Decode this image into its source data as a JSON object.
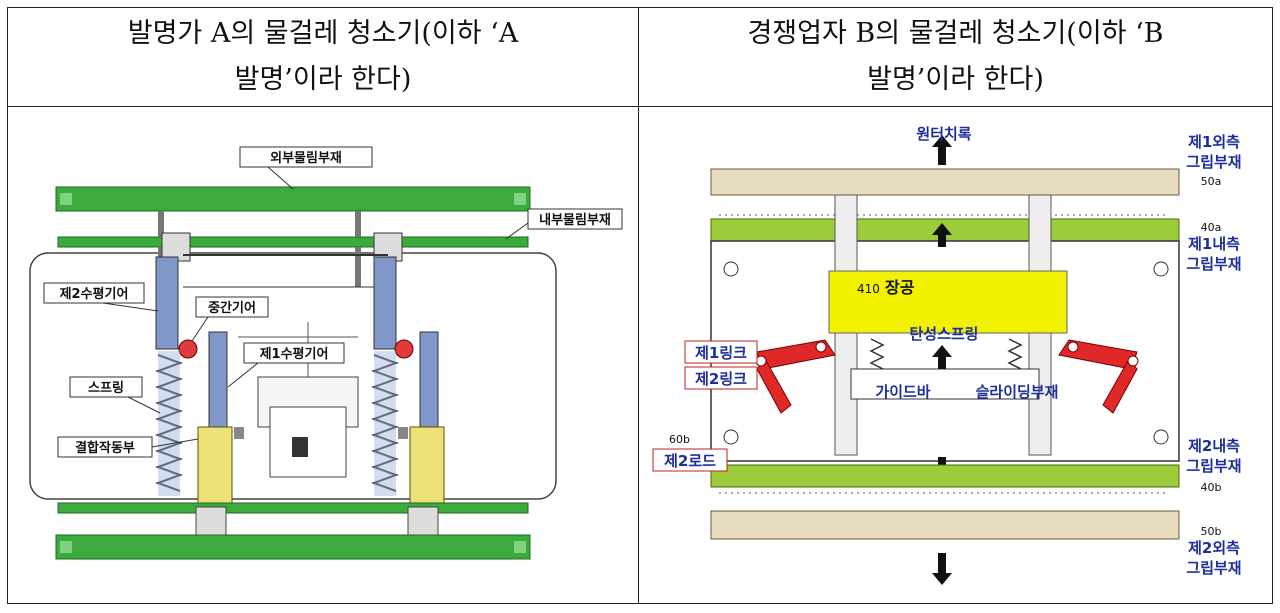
{
  "headers": {
    "left": [
      "발명가 A의 물걸레 청소기(이하 ‘A",
      "발명’이라 한다)"
    ],
    "right": [
      "경쟁업자 B의 물걸레 청소기(이하 ‘B",
      "발명’이라 한다)"
    ]
  },
  "left_diagram": {
    "labels": {
      "outer": "외부물림부재",
      "inner": "내부물림부재",
      "gear2": "제2수평기어",
      "middle_gear": "중간기어",
      "gear1": "제1수평기어",
      "spring": "스프링",
      "coupler": "결합작동부"
    }
  },
  "right_diagram": {
    "labels": {
      "center_dir": "원터치록",
      "grip1_outer_a": "제1외측",
      "grip1_outer_b": "그립부재",
      "ref_50a": "50a",
      "ref_40a": "40a",
      "grip1_inner_a": "제1내측",
      "grip1_inner_b": "그립부재",
      "ref_410": "410",
      "slot": "장공",
      "elastic_spring": "탄성스프링",
      "link1": "제1링크",
      "link2": "제2링크",
      "guide_bar": "가이드바",
      "sliding": "슬라이딩부재",
      "ref_60b": "60b",
      "rod2": "제2로드",
      "grip2_inner_a": "제2내측",
      "grip2_inner_b": "그립부재",
      "ref_40b": "40b",
      "ref_50b": "50b",
      "grip2_outer_a": "제2외측",
      "grip2_outer_b": "그립부재"
    }
  }
}
